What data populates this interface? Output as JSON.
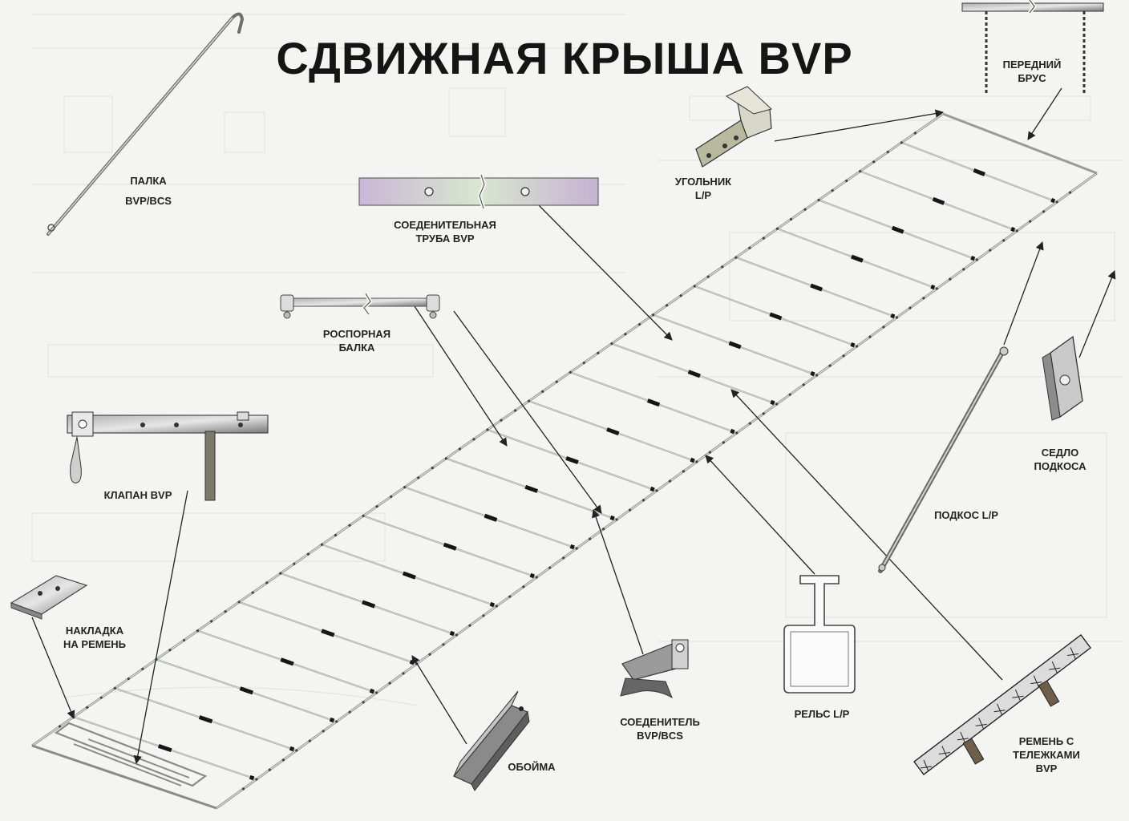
{
  "title": "СДВИЖНАЯ КРЫША BVP",
  "labels": {
    "palka": [
      "ПАЛКА",
      "BVP/BCS"
    ],
    "trubka": [
      "СОЕДЕНИТЕЛЬНАЯ",
      "ТРУБА BVP"
    ],
    "balka": [
      "РОСПОРНАЯ",
      "БАЛКА"
    ],
    "klapan": [
      "КЛАПАН BVP"
    ],
    "nakladka": [
      "НАКЛАДКА",
      "НА РЕМЕНЬ"
    ],
    "oboyma": [
      "ОБОЙМА"
    ],
    "soedenitel": [
      "СОЕДЕНИТЕЛЬ",
      "BVP/BCS"
    ],
    "rels": [
      "РЕЛЬС L/P"
    ],
    "remen": [
      "РЕМЕНЬ С",
      "ТЕЛЕЖКАМИ",
      "BVP"
    ],
    "podkos": [
      "ПОДКОС L/P"
    ],
    "sedlo": [
      "СЕДЛО",
      "ПОДКОСА"
    ],
    "ugolnik": [
      "УГОЛЬНИК",
      "L/P"
    ],
    "brus": [
      "ПЕРЕДНИЙ",
      "БРУС"
    ]
  },
  "colors": {
    "ink": "#222222",
    "steel": "#8d8d8d",
    "accent_purple": "#b8a6c6",
    "accent_green": "#a9c7a0",
    "belt": "#161616"
  },
  "icons": [
    "pole-part-icon",
    "connector-tube-icon",
    "spacer-beam-icon",
    "valve-part-icon",
    "belt-pad-icon",
    "clip-holder-icon",
    "connector-part-icon",
    "rail-profile-icon",
    "belt-trolley-icon",
    "brace-part-icon",
    "brace-saddle-icon",
    "corner-bracket-icon",
    "front-bar-icon"
  ]
}
